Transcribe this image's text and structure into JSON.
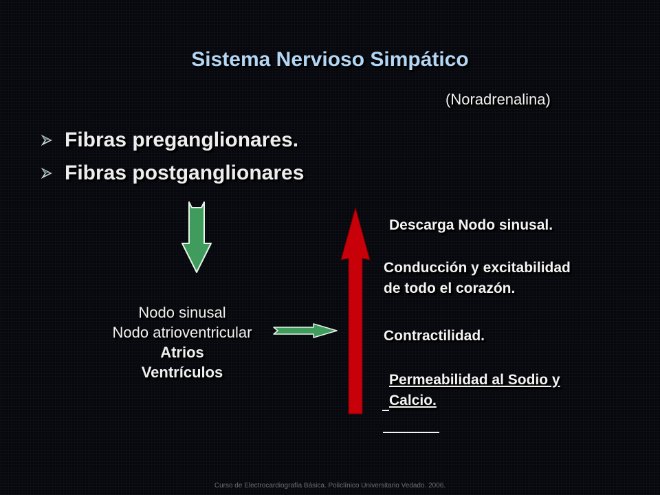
{
  "slide": {
    "title": "Sistema Nervioso Simpático",
    "subtitle": "(Noradrenalina)",
    "bullets": [
      {
        "icon": "arrowhead-bullet-icon",
        "text": "Fibras preganglionares."
      },
      {
        "icon": "arrowhead-bullet-icon",
        "text": "Fibras postganglionares"
      }
    ],
    "targets": [
      "Nodo sinusal",
      "Nodo atrioventricular",
      "Atrios",
      "Ventrículos"
    ],
    "effects": {
      "descarga": "Descarga Nodo sinusal.",
      "conduccion_1": "Conducción y excitabilidad",
      "conduccion_2": "de todo el corazón.",
      "contractilidad": "Contractilidad.",
      "permeabilidad_1": "Permeabilidad al Sodio y",
      "permeabilidad_2": "Calcio."
    },
    "footer": "Curso de Electrocardiografía Básica. Policlínico Universitario Vedado. 2006."
  },
  "colors": {
    "title": "#b3d6f5",
    "green_arrow": "#3f9c5c",
    "red_arrow": "#c8000a",
    "background": "#07080d"
  }
}
